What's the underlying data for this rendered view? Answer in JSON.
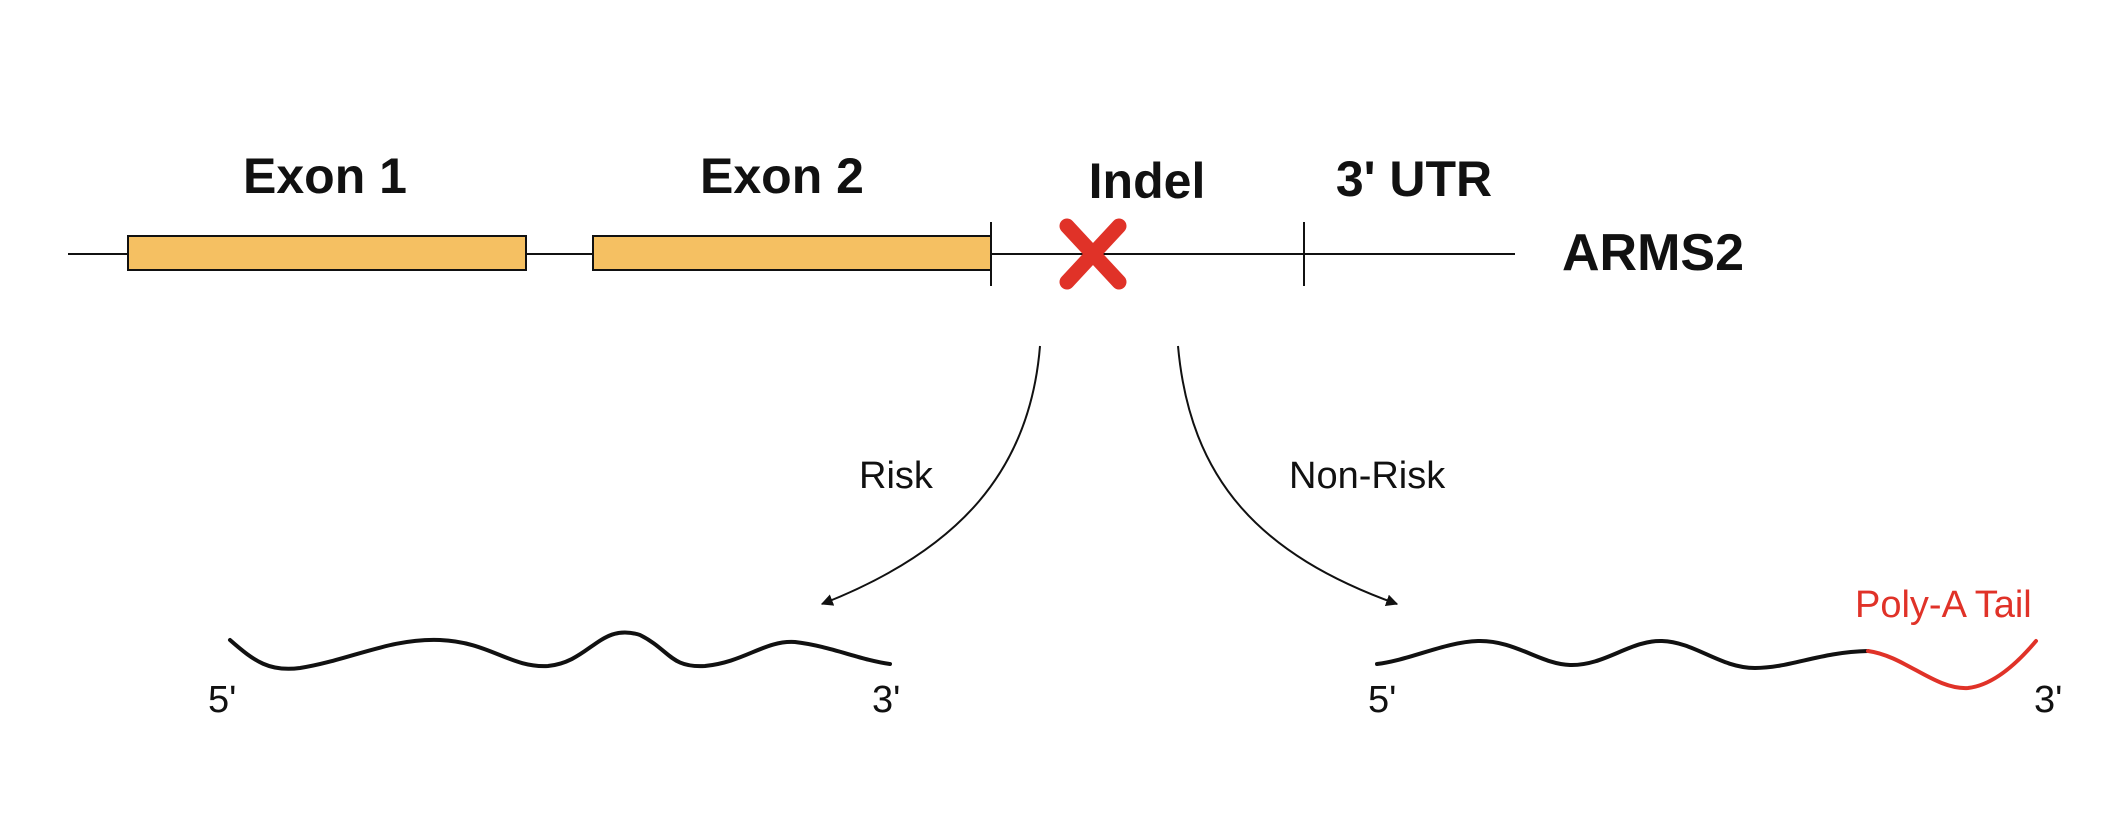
{
  "gene": {
    "name": "ARMS2",
    "exon1_label": "Exon 1",
    "exon2_label": "Exon 2",
    "indel_label": "Indel",
    "utr_label": "3' UTR"
  },
  "branches": {
    "risk_label": "Risk",
    "non_risk_label": "Non-Risk"
  },
  "transcripts": {
    "risk": {
      "five_prime": "5'",
      "three_prime": "3'"
    },
    "non_risk": {
      "five_prime": "5'",
      "three_prime": "3'",
      "tail_label": "Poly-A Tail"
    }
  },
  "colors": {
    "exon_fill": "#f5c062",
    "indel_mark": "#e03228",
    "poly_a_tail": "#e03228",
    "line": "#111111"
  },
  "icons": {
    "indel_marker": "x-mark-icon"
  }
}
